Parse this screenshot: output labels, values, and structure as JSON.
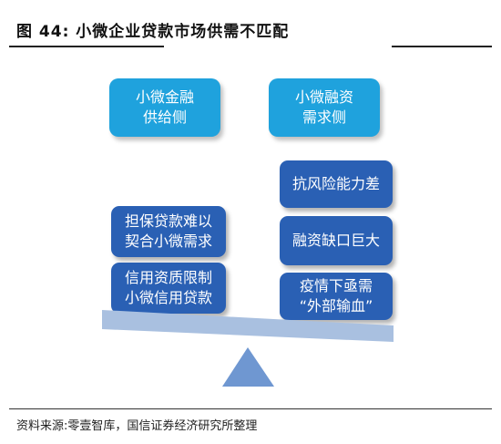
{
  "title": "图 44:  小微企业贷款市场供需不匹配",
  "source": "资料来源:零壹智库，国信证券经济研究所整理",
  "supply_header": [
    "小微金融",
    "供给侧"
  ],
  "demand_header": [
    "小微融资",
    "需求侧"
  ],
  "supply_factors": [
    [
      "担保贷款难以",
      "契合小微需求"
    ],
    [
      "信用资质限制",
      "小微信用贷款"
    ]
  ],
  "demand_factors": [
    [
      "抗风险能力差"
    ],
    [
      "融资缺口巨大"
    ],
    [
      "疫情下亟需",
      "“外部输血”"
    ]
  ],
  "colors": {
    "header_blue": "#1fa2dd",
    "factor_blue": "#2a60b4",
    "beam_blue": "#a9c0e0",
    "fulcrum_blue": "#6f97d1"
  }
}
